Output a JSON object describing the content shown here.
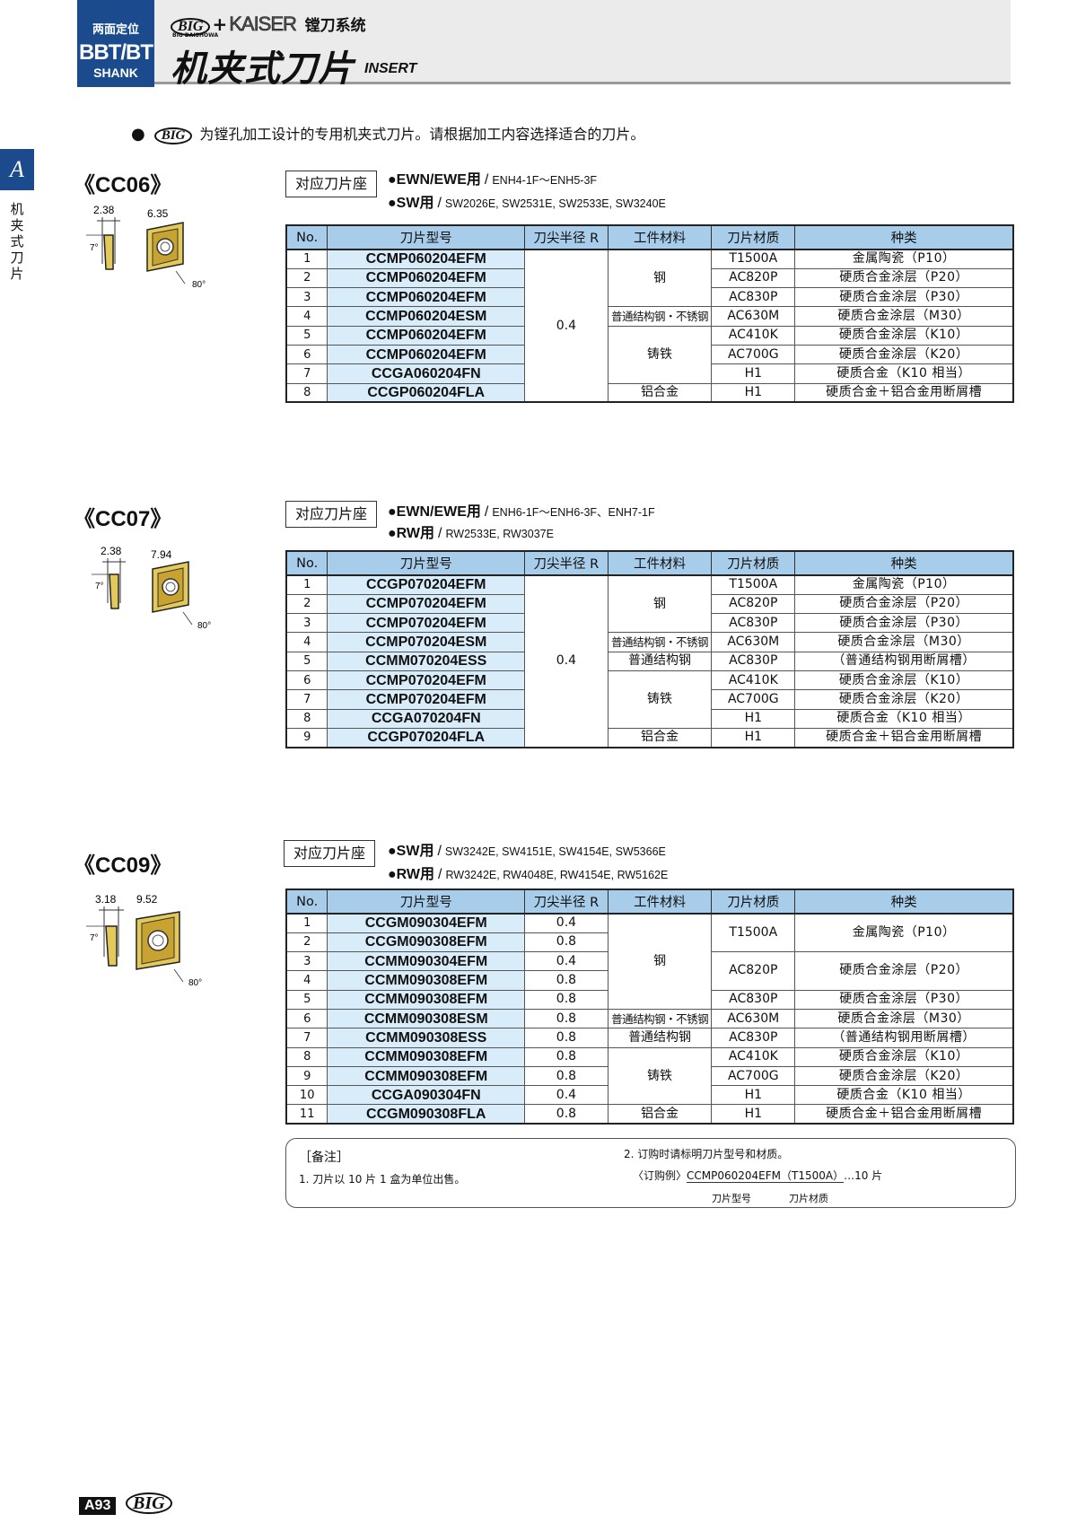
{
  "header": {
    "badge_line1": "两面定位",
    "badge_line2": "BBT/BT",
    "badge_line3": "SHANK",
    "brand_big": "BIG",
    "brand_plus": "+",
    "brand_kaiser": "KAISER",
    "brand_system": "镗刀系统",
    "brand_daishowa": "BIG DAISHOWA",
    "title": "机夹式刀片",
    "subtitle": "INSERT"
  },
  "side": {
    "tab_letter": "A",
    "tab_text": "机夹式刀片"
  },
  "intro": {
    "bullet": "●",
    "logo": "BIG",
    "text": "为镗孔加工设计的专用机夹式刀片。请根据加工内容选择适合的刀片。"
  },
  "colors": {
    "header_blue": "#a8cdea",
    "model_cell": "#d9ecf9",
    "badge": "#1b4b8c",
    "insert_gold": "#d8b23a"
  },
  "table_headers": {
    "no": "No.",
    "model": "刀片型号",
    "radius": "刀尖半径 R",
    "material": "工件材料",
    "grade": "刀片材质",
    "type": "种类"
  },
  "holder_label": "对应刀片座",
  "sections": {
    "cc06": {
      "title": "《CC06》",
      "dim_t": "2.38",
      "dim_ic": "6.35",
      "angle_clear": "7°",
      "angle_tip": "80°",
      "holder1_name": "●EWN/EWE用",
      "holder1_sep": "/",
      "holder1_models": "ENH4-1F〜ENH5-3F",
      "holder2_name": "●SW用",
      "holder2_sep": "/",
      "holder2_models": "SW2026E, SW2531E, SW2533E, SW3240E",
      "rows": [
        {
          "no": "1",
          "model": "CCMP060204EFM",
          "grade": "T1500A",
          "type": "金属陶瓷（P10）"
        },
        {
          "no": "2",
          "model": "CCMP060204EFM",
          "grade": "AC820P",
          "type": "硬质合金涂层（P20）"
        },
        {
          "no": "3",
          "model": "CCMP060204EFM",
          "grade": "AC830P",
          "type": "硬质合金涂层（P30）"
        },
        {
          "no": "4",
          "model": "CCMP060204ESM",
          "grade": "AC630M",
          "type": "硬质合金涂层（M30）"
        },
        {
          "no": "5",
          "model": "CCMP060204EFM",
          "grade": "AC410K",
          "type": "硬质合金涂层（K10）"
        },
        {
          "no": "6",
          "model": "CCMP060204EFM",
          "grade": "AC700G",
          "type": "硬质合金涂层（K20）"
        },
        {
          "no": "7",
          "model": "CCGA060204FN",
          "grade": "H1",
          "type": "硬质合金（K10 相当）"
        },
        {
          "no": "8",
          "model": "CCGP060204FLA",
          "grade": "H1",
          "type": "硬质合金＋铝合金用断屑槽"
        }
      ],
      "radius": "0.4",
      "mat_steel": "钢",
      "mat_stainless": "普通结构钢・不锈钢",
      "mat_iron": "铸铁",
      "mat_al": "铝合金"
    },
    "cc07": {
      "title": "《CC07》",
      "dim_t": "2.38",
      "dim_ic": "7.94",
      "angle_clear": "7°",
      "angle_tip": "80°",
      "holder1_name": "●EWN/EWE用",
      "holder1_sep": "/",
      "holder1_models": "ENH6-1F〜ENH6-3F、ENH7-1F",
      "holder2_name": "●RW用",
      "holder2_sep": "/",
      "holder2_models": "RW2533E, RW3037E",
      "rows": [
        {
          "no": "1",
          "model": "CCGP070204EFM",
          "grade": "T1500A",
          "type": "金属陶瓷（P10）"
        },
        {
          "no": "2",
          "model": "CCMP070204EFM",
          "grade": "AC820P",
          "type": "硬质合金涂层（P20）"
        },
        {
          "no": "3",
          "model": "CCMP070204EFM",
          "grade": "AC830P",
          "type": "硬质合金涂层（P30）"
        },
        {
          "no": "4",
          "model": "CCMP070204ESM",
          "grade": "AC630M",
          "type": "硬质合金涂层（M30）"
        },
        {
          "no": "5",
          "model": "CCMM070204ESS",
          "grade": "AC830P",
          "type": "（普通结构钢用断屑槽）"
        },
        {
          "no": "6",
          "model": "CCMP070204EFM",
          "grade": "AC410K",
          "type": "硬质合金涂层（K10）"
        },
        {
          "no": "7",
          "model": "CCMP070204EFM",
          "grade": "AC700G",
          "type": "硬质合金涂层（K20）"
        },
        {
          "no": "8",
          "model": "CCGA070204FN",
          "grade": "H1",
          "type": "硬质合金（K10 相当）"
        },
        {
          "no": "9",
          "model": "CCGP070204FLA",
          "grade": "H1",
          "type": "硬质合金＋铝合金用断屑槽"
        }
      ],
      "radius": "0.4",
      "mat_steel": "钢",
      "mat_stainless": "普通结构钢・不锈钢",
      "mat_general": "普通结构钢",
      "mat_iron": "铸铁",
      "mat_al": "铝合金"
    },
    "cc09": {
      "title": "《CC09》",
      "dim_t": "3.18",
      "dim_ic": "9.52",
      "angle_clear": "7°",
      "angle_tip": "80°",
      "holder1_name": "●SW用",
      "holder1_sep": "/",
      "holder1_models": "SW3242E, SW4151E, SW4154E, SW5366E",
      "holder2_name": "●RW用",
      "holder2_sep": "/",
      "holder2_models": "RW3242E, RW4048E, RW4154E, RW5162E",
      "rows": [
        {
          "no": "1",
          "model": "CCGM090304EFM",
          "radius": "0.4"
        },
        {
          "no": "2",
          "model": "CCGM090308EFM",
          "radius": "0.8"
        },
        {
          "no": "3",
          "model": "CCMM090304EFM",
          "radius": "0.4"
        },
        {
          "no": "4",
          "model": "CCMM090308EFM",
          "radius": "0.8"
        },
        {
          "no": "5",
          "model": "CCMM090308EFM",
          "radius": "0.8"
        },
        {
          "no": "6",
          "model": "CCMM090308ESM",
          "radius": "0.8"
        },
        {
          "no": "7",
          "model": "CCMM090308ESS",
          "radius": "0.8"
        },
        {
          "no": "8",
          "model": "CCMM090308EFM",
          "radius": "0.8"
        },
        {
          "no": "9",
          "model": "CCMM090308EFM",
          "radius": "0.8"
        },
        {
          "no": "10",
          "model": "CCGA090304FN",
          "radius": "0.4"
        },
        {
          "no": "11",
          "model": "CCGM090308FLA",
          "radius": "0.8"
        }
      ],
      "grades": {
        "g1": "T1500A",
        "g2": "AC820P",
        "g3": "AC830P",
        "g4": "AC630M",
        "g5": "AC830P",
        "g6": "AC410K",
        "g7": "AC700G",
        "g8": "H1",
        "g9": "H1"
      },
      "types": {
        "t1": "金属陶瓷（P10）",
        "t2": "硬质合金涂层（P20）",
        "t3": "硬质合金涂层（P30）",
        "t4": "硬质合金涂层（M30）",
        "t5": "（普通结构钢用断屑槽）",
        "t6": "硬质合金涂层（K10）",
        "t7": "硬质合金涂层（K20）",
        "t8": "硬质合金（K10 相当）",
        "t9": "硬质合金＋铝合金用断屑槽"
      },
      "mat_steel": "钢",
      "mat_stainless": "普通结构钢・不锈钢",
      "mat_general": "普通结构钢",
      "mat_iron": "铸铁",
      "mat_al": "铝合金"
    }
  },
  "notes": {
    "heading": "［备注］",
    "note1": "1. 刀片以 10 片 1 盒为单位出售。",
    "note2": "2. 订购时请标明刀片型号和材质。",
    "example_prefix": "〈订购例〉",
    "example_model": "CCMP060204EFM",
    "example_grade": "（T1500A）",
    "example_suffix": "…10 片",
    "label_model": "刀片型号",
    "label_grade": "刀片材质"
  },
  "footer": {
    "page": "A93",
    "logo": "BIG"
  }
}
